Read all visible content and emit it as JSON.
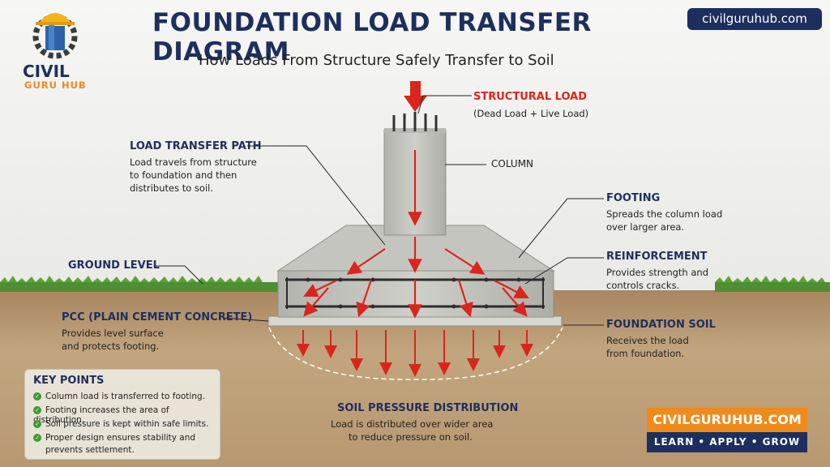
{
  "header": {
    "title": "FOUNDATION LOAD TRANSFER DIAGRAM",
    "subtitle": "How Loads From Structure Safely Transfer to Soil",
    "site_badge": "civilguruhub.com"
  },
  "logo": {
    "line1": "CIVIL",
    "line2": "GURU HUB"
  },
  "labels": {
    "structural_load": {
      "title": "STRUCTURAL LOAD",
      "text": "(Dead Load + Live Load)"
    },
    "load_transfer_path": {
      "title": "LOAD TRANSFER PATH",
      "text1": "Load travels from structure",
      "text2": "to foundation and then",
      "text3": "distributes to soil."
    },
    "column": {
      "title": "COLUMN"
    },
    "footing": {
      "title": "FOOTING",
      "text1": "Spreads the column load",
      "text2": "over larger area."
    },
    "reinforcement": {
      "title": "REINFORCEMENT",
      "text1": "Provides strength and",
      "text2": "controls cracks."
    },
    "ground_level": {
      "title": "GROUND LEVEL"
    },
    "pcc": {
      "title": "PCC (PLAIN CEMENT CONCRETE)",
      "text1": "Provides level surface",
      "text2": "and protects footing."
    },
    "foundation_soil": {
      "title": "FOUNDATION SOIL",
      "text1": "Receives the load",
      "text2": "from foundation."
    },
    "soil_pressure": {
      "title": "SOIL PRESSURE DISTRIBUTION",
      "text1": "Load is distributed over wider area",
      "text2": "to reduce pressure on soil."
    }
  },
  "key_points": {
    "title": "KEY POINTS",
    "items": [
      "Column load is transferred to footing.",
      "Footing increases the area of distribution.",
      "Soil pressure is kept within safe limits.",
      "Proper design ensures stability and",
      "prevents settlement."
    ]
  },
  "footer": {
    "brand": "CIVILGURUHUB.COM",
    "tagline": "LEARN  •  APPLY  •  GROW"
  },
  "colors": {
    "navy": "#1d2f5e",
    "red": "#d9261c",
    "orange": "#f08a1a",
    "green": "#3d9a35",
    "concrete": "#bdbdb8",
    "soil": "#b79a70"
  },
  "icons": [
    "hard-hat-icon",
    "gear-icon",
    "building-icon",
    "check-icon",
    "down-arrow-icon"
  ]
}
